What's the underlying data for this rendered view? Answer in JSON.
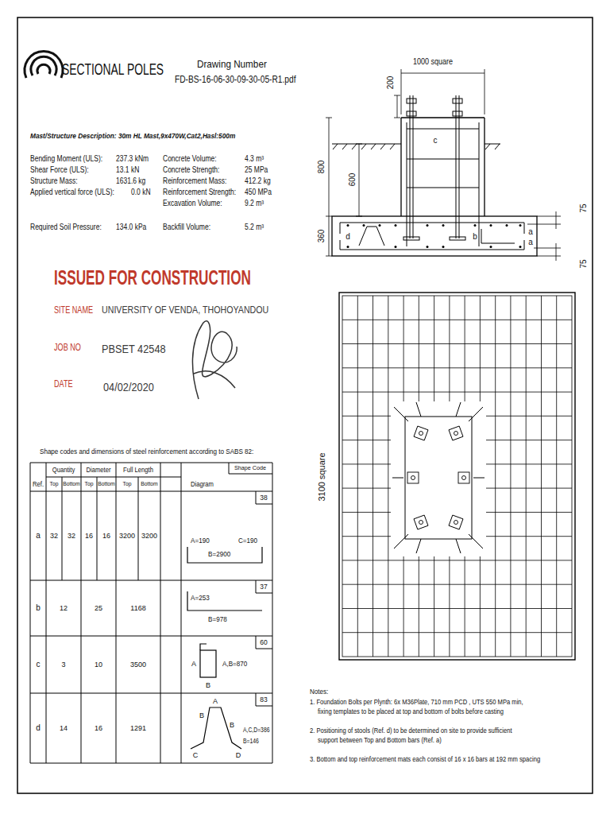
{
  "diagram": {
    "title": "SECTIONAL POLES",
    "labels": [
      "Drawing Number",
      "FD-BS-16-06-30-09-30-05-R1.pdf",
      "Mast/Structure Description: 30m HL Mast,9x470W,Cat2,Hasl:500m",
      "Bending Moment (ULS):",
      "237.3 kNm",
      "Concrete Volume:",
      "4.3 m³",
      "Shear Force (ULS):",
      "13.1 kN",
      "Concrete Strength:",
      "25 MPa",
      "Structure Mass:",
      "1631.6 kg",
      "Reinforcement Mass:",
      "412.2 kg",
      "Applied vertical force (ULS):",
      "0.0 kN",
      "Reinforcement Strength:",
      "450 MPa",
      "Excavation Volume:",
      "9.2 m³",
      "Required Soil Pressure:",
      "134.0 kPa",
      "Backfill Volume:",
      "5.2 m³",
      "ISSUED FOR CONSTRUCTION",
      "SITE NAME",
      "UNIVERSITY OF VENDA, THOHOYANDOU",
      "JOB NO",
      "PBSET 42548",
      "DATE",
      "04/02/2020",
      "Shape codes and dimensions of steel reinforcement according to SABS 82:",
      "Quantity",
      "Diameter",
      "Full Length",
      "Shape Code",
      "Ref.",
      "Top",
      "Bottom",
      "Top",
      "Bottom",
      "Top",
      "Bottom",
      "Diagram",
      "a",
      "32",
      "32",
      "16",
      "16",
      "3200",
      "3200",
      "38",
      "A=190",
      "C=190",
      "B=2900",
      "b",
      "12",
      "25",
      "1168",
      "37",
      "A=253",
      "B=978",
      "c",
      "3",
      "10",
      "3500",
      "60",
      "A",
      "B",
      "A,B=870",
      "d",
      "14",
      "16",
      "1291",
      "83",
      "B",
      "A",
      "B",
      "C",
      "D",
      "A,C,D=386",
      "B=146",
      "Notes:",
      "1. Foundation Bolts per Plynth: 6x M36Plate, 710 mm PCD , UTS 550 MPa min,",
      "fixing templates to be placed at top and bottom of bolts before casting",
      "2. Positioning of stools (Ref. d) to be determined on site to provide sufficient",
      "support between Top and Bottom bars (Ref. a)",
      "3. Bottom and top reinforcement mats each consist of 16 x 16 bars at 192 mm spacing",
      "1000 square",
      "200",
      "c",
      "800",
      "600",
      "75",
      "360",
      "d",
      "b",
      "a",
      "a",
      "75",
      "3100 square"
    ]
  }
}
